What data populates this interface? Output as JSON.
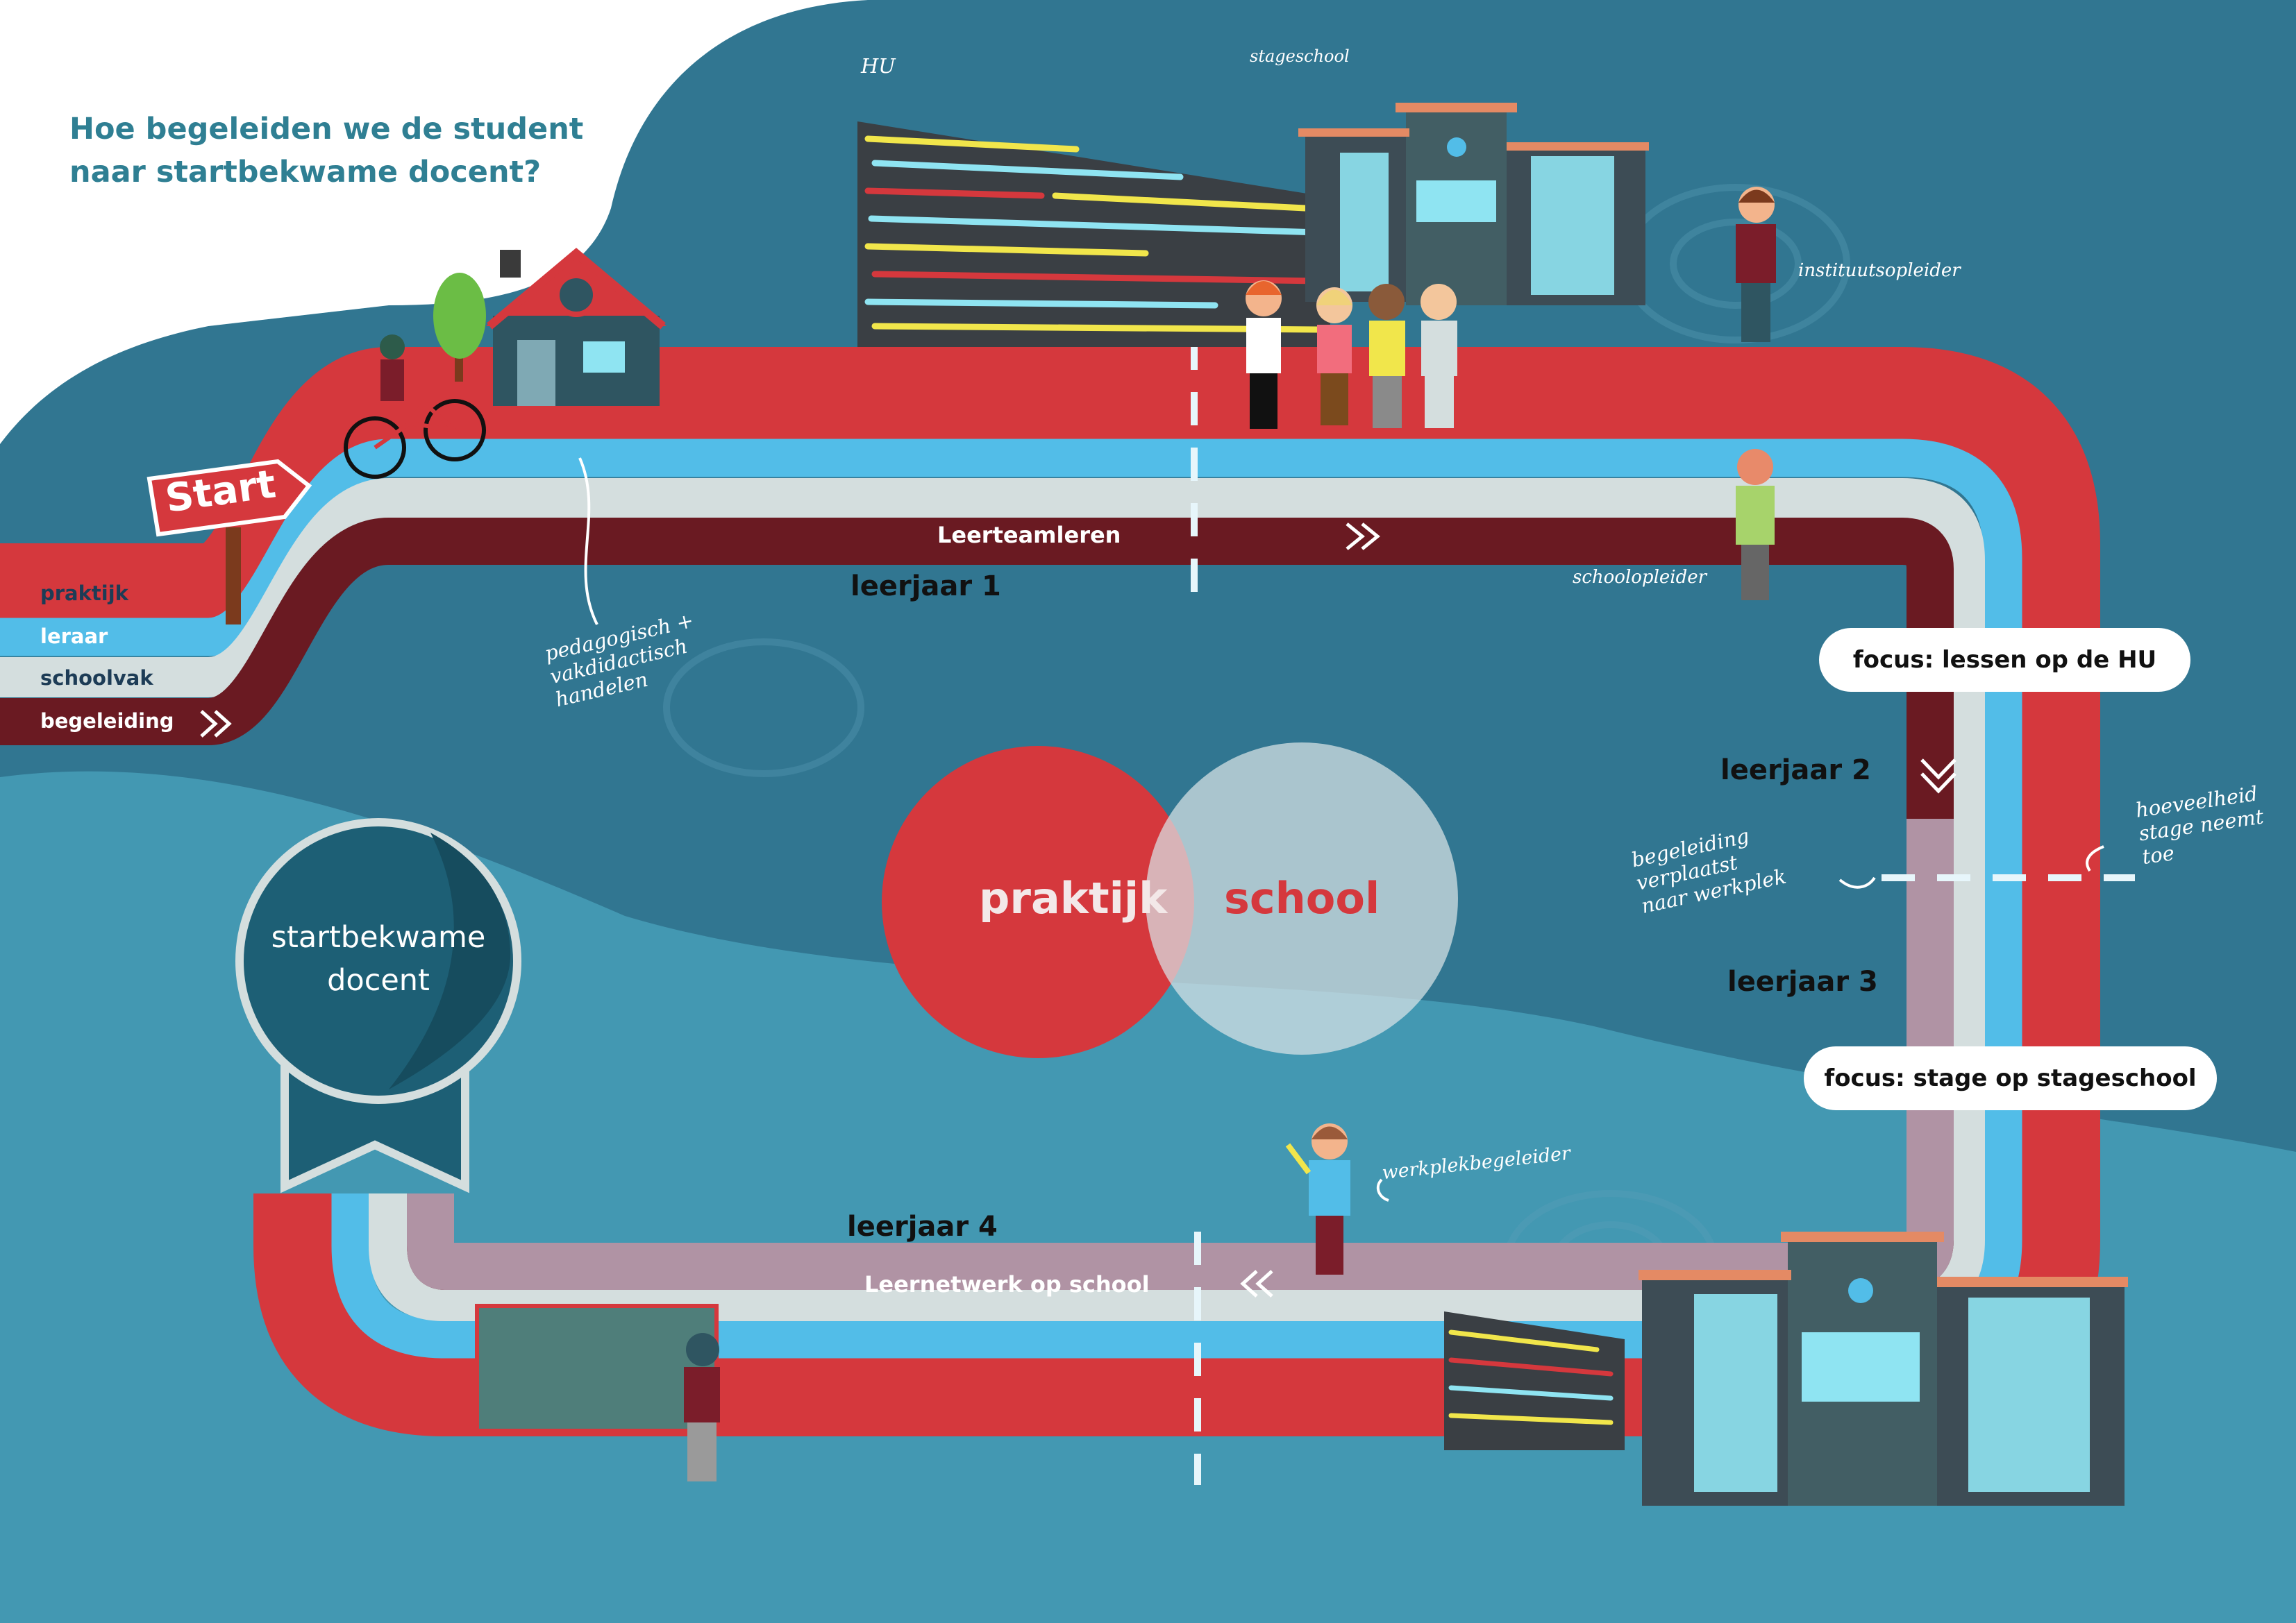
{
  "title": "Hoe begeleiden we de student\nnaar startbekwame docent?",
  "start_sign": "Start",
  "tracks": [
    {
      "label": "praktijk",
      "color": "#d5383d",
      "text_color": "#1d3c56"
    },
    {
      "label": "leraar",
      "color": "#52bde8",
      "text_color": "#ffffff"
    },
    {
      "label": "schoolvak",
      "color": "#d4dede",
      "text_color": "#1d3c56"
    },
    {
      "label": "begeleiding",
      "color": "#6a1a22",
      "text_color": "#ffffff"
    }
  ],
  "annotations": {
    "hu": "HU",
    "stageschool": "stageschool",
    "instituutsopleider": "instituutsopleider",
    "schoolopleider": "schoolopleider",
    "pedagogisch": "pedagogisch +\nvakdidactisch\nhandelen",
    "begeleiding_verplaatst": "begeleiding\nverplaatst\nnaar werkplek",
    "hoeveelheid": "hoeveelheid\nstage neemt\ntoe",
    "werkplekbegeleider": "werkplekbegeleider"
  },
  "path_labels": {
    "leerteamleren": "Leerteamleren",
    "leernetwerk": "Leernetwerk op school"
  },
  "years": {
    "y1": "leerjaar 1",
    "y2": "leerjaar 2",
    "y3": "leerjaar 3",
    "y4": "leerjaar 4"
  },
  "focus": {
    "hu": "focus: lessen op de HU",
    "stage": "focus: stage op stageschool"
  },
  "venn": {
    "left": "praktijk",
    "right": "school",
    "left_color": "#d5383d",
    "right_color": "#c6d3d6"
  },
  "medal": "startbekwame\ndocent",
  "colors": {
    "bg_top": "#317691",
    "bg_bottom": "#4398b2",
    "title": "#2f7f93",
    "lavender": "#b093a4"
  }
}
